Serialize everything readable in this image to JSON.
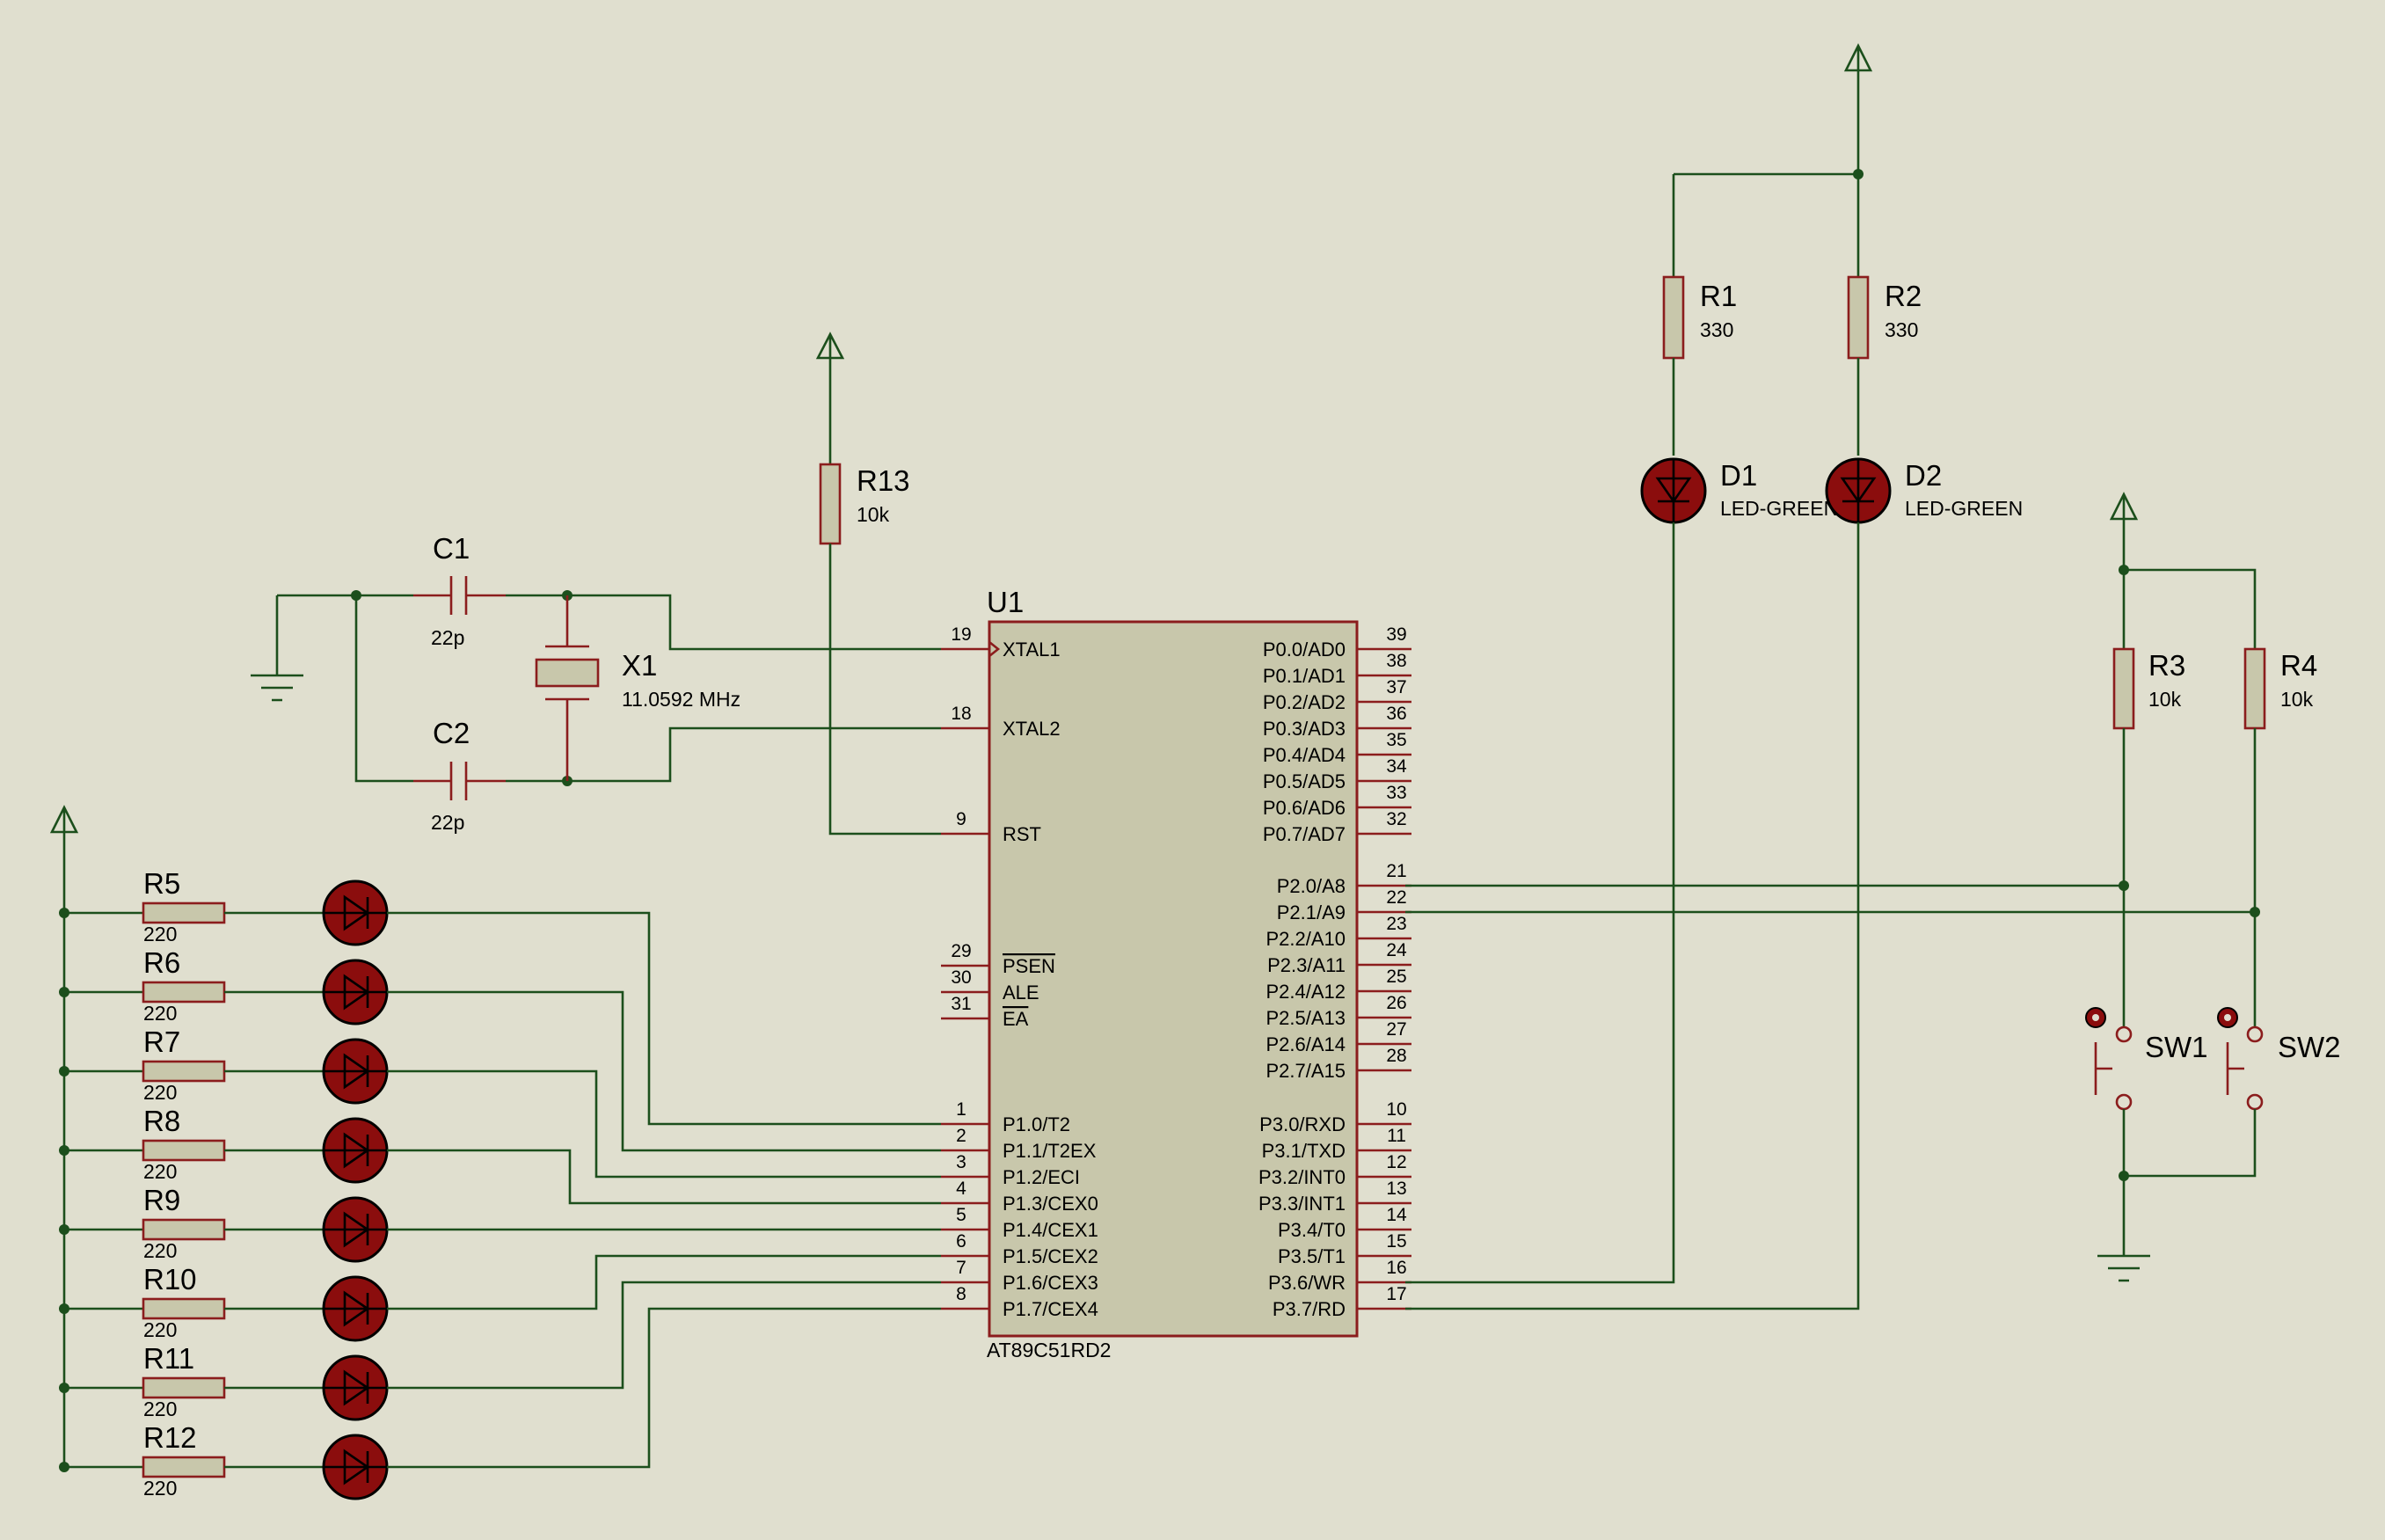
{
  "u1": {
    "ref": "U1",
    "part": "AT89C51RD2",
    "left_pins": [
      {
        "name": "XTAL1",
        "num": "19"
      },
      {
        "name": "XTAL2",
        "num": "18"
      },
      {
        "name": "RST",
        "num": "9"
      },
      {
        "name": "PSEN",
        "num": "29",
        "overbar": true
      },
      {
        "name": "ALE",
        "num": "30"
      },
      {
        "name": "EA",
        "num": "31",
        "overbar": true
      },
      {
        "name": "P1.0/T2",
        "num": "1"
      },
      {
        "name": "P1.1/T2EX",
        "num": "2"
      },
      {
        "name": "P1.2/ECI",
        "num": "3"
      },
      {
        "name": "P1.3/CEX0",
        "num": "4"
      },
      {
        "name": "P1.4/CEX1",
        "num": "5"
      },
      {
        "name": "P1.5/CEX2",
        "num": "6"
      },
      {
        "name": "P1.6/CEX3",
        "num": "7"
      },
      {
        "name": "P1.7/CEX4",
        "num": "8"
      }
    ],
    "right_pins": [
      {
        "name": "P0.0/AD0",
        "num": "39"
      },
      {
        "name": "P0.1/AD1",
        "num": "38"
      },
      {
        "name": "P0.2/AD2",
        "num": "37"
      },
      {
        "name": "P0.3/AD3",
        "num": "36"
      },
      {
        "name": "P0.4/AD4",
        "num": "35"
      },
      {
        "name": "P0.5/AD5",
        "num": "34"
      },
      {
        "name": "P0.6/AD6",
        "num": "33"
      },
      {
        "name": "P0.7/AD7",
        "num": "32"
      },
      {
        "name": "P2.0/A8",
        "num": "21"
      },
      {
        "name": "P2.1/A9",
        "num": "22"
      },
      {
        "name": "P2.2/A10",
        "num": "23"
      },
      {
        "name": "P2.3/A11",
        "num": "24"
      },
      {
        "name": "P2.4/A12",
        "num": "25"
      },
      {
        "name": "P2.5/A13",
        "num": "26"
      },
      {
        "name": "P2.6/A14",
        "num": "27"
      },
      {
        "name": "P2.7/A15",
        "num": "28"
      },
      {
        "name": "P3.0/RXD",
        "num": "10"
      },
      {
        "name": "P3.1/TXD",
        "num": "11"
      },
      {
        "name": "P3.2/INT0",
        "num": "12"
      },
      {
        "name": "P3.3/INT1",
        "num": "13"
      },
      {
        "name": "P3.4/T0",
        "num": "14"
      },
      {
        "name": "P3.5/T1",
        "num": "15"
      },
      {
        "name": "P3.6/WR",
        "num": "16"
      },
      {
        "name": "P3.7/RD",
        "num": "17"
      }
    ]
  },
  "c1": {
    "ref": "C1",
    "value": "22p"
  },
  "c2": {
    "ref": "C2",
    "value": "22p"
  },
  "x1": {
    "ref": "X1",
    "value": "11.0592 MHz"
  },
  "r13": {
    "ref": "R13",
    "value": "10k"
  },
  "r1": {
    "ref": "R1",
    "value": "330"
  },
  "r2": {
    "ref": "R2",
    "value": "330"
  },
  "d1": {
    "ref": "D1",
    "value": "LED-GREEN"
  },
  "d2": {
    "ref": "D2",
    "value": "LED-GREEN"
  },
  "r3": {
    "ref": "R3",
    "value": "10k"
  },
  "r4": {
    "ref": "R4",
    "value": "10k"
  },
  "sw1": {
    "ref": "SW1"
  },
  "sw2": {
    "ref": "SW2"
  },
  "led_resistors": [
    {
      "ref": "R5",
      "value": "220"
    },
    {
      "ref": "R6",
      "value": "220"
    },
    {
      "ref": "R7",
      "value": "220"
    },
    {
      "ref": "R8",
      "value": "220"
    },
    {
      "ref": "R9",
      "value": "220"
    },
    {
      "ref": "R10",
      "value": "220"
    },
    {
      "ref": "R11",
      "value": "220"
    },
    {
      "ref": "R12",
      "value": "220"
    }
  ],
  "colors": {
    "background": "#e0dfcf",
    "wire": "#1c4f1c",
    "component": "#8b1d1d",
    "fill": "#c8c7ab",
    "led": "#8b0d0d"
  }
}
